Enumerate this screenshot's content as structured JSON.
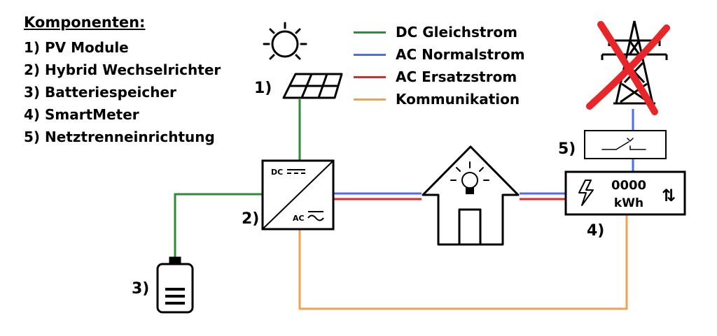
{
  "components": {
    "title": "Komponenten:",
    "items": [
      "1) PV Module",
      "2) Hybrid Wechselrichter",
      "3) Batteriespeicher",
      "4) SmartMeter",
      "5) Netztrenneinrichtung"
    ]
  },
  "legend": {
    "items": [
      {
        "label": "DC Gleichstrom",
        "color": "#2e8b3a"
      },
      {
        "label": "AC Normalstrom",
        "color": "#4a6cf7"
      },
      {
        "label": "AC Ersatzstrom",
        "color": "#e8262a"
      },
      {
        "label": "Kommunikation",
        "color": "#f4a050"
      }
    ]
  },
  "diagram": {
    "pv_number": "1)",
    "inverter_number": "2)",
    "battery_number": "3)",
    "meter_number": "4)",
    "switch_number": "5)",
    "inverter_dc_label": "DC",
    "inverter_ac_label": "AC",
    "meter_reading": "0000",
    "meter_unit": "kWh",
    "meter_arrows": "⇅",
    "cross_color": "#e8262a"
  }
}
